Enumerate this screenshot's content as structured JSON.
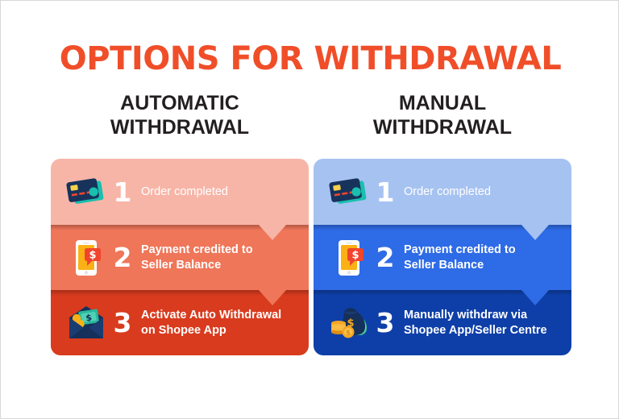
{
  "poster": {
    "title": "OPTIONS FOR WITHDRAWAL",
    "title_color": "#F04E29",
    "background": "#FFFFFF",
    "border_color": "#D8D8D8"
  },
  "columns": [
    {
      "id": "automatic",
      "heading_line1": "AUTOMATIC",
      "heading_line2": "WITHDRAWAL",
      "heading_color": "#231F20",
      "accent": "#D93B1E",
      "steps": [
        {
          "number": "1",
          "text_line1": "Order completed",
          "text_line2": "",
          "bg": "#F7B5A8",
          "icon": "credit-cards-icon"
        },
        {
          "number": "2",
          "text_line1": "Payment credited to",
          "text_line2": "Seller Balance",
          "bg": "#EF7659",
          "icon": "phone-money-notification-icon"
        },
        {
          "number": "3",
          "text_line1": "Activate Auto Withdrawal",
          "text_line2": "on Shopee App",
          "bg": "#D93B1E",
          "icon": "envelope-money-icon"
        }
      ]
    },
    {
      "id": "manual",
      "heading_line1": "MANUAL",
      "heading_line2": "WITHDRAWAL",
      "heading_color": "#231F20",
      "accent": "#0E3FA8",
      "steps": [
        {
          "number": "1",
          "text_line1": "Order completed",
          "text_line2": "",
          "bg": "#A6C2F0",
          "icon": "credit-cards-icon"
        },
        {
          "number": "2",
          "text_line1": "Payment credited to",
          "text_line2": "Seller Balance",
          "bg": "#2E6BE6",
          "icon": "phone-money-notification-icon"
        },
        {
          "number": "3",
          "text_line1": "Manually withdraw via",
          "text_line2": "Shopee App/Seller Centre",
          "bg": "#0E3FA8",
          "icon": "money-bag-coins-icon"
        }
      ]
    }
  ]
}
